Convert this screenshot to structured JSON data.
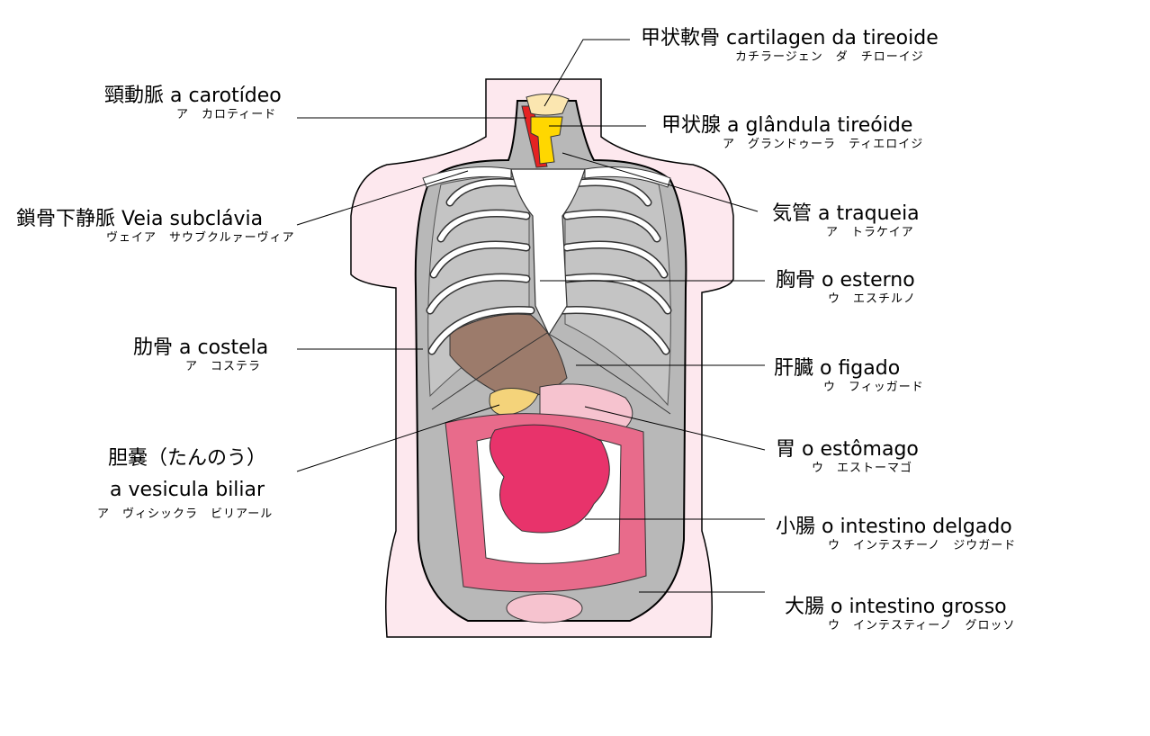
{
  "diagram": {
    "labels": [
      {
        "id": "thyroid-cartilage",
        "main": "甲状軟骨 cartilagen da tireoide",
        "sub": "カチラージェン　ダ　チローイジ"
      },
      {
        "id": "carotid",
        "main": "頸動脈 a carotídeo",
        "sub": "ア　カロティード"
      },
      {
        "id": "thyroid-gland",
        "main": "甲状腺 a glândula tireóide",
        "sub": "ア　グランドゥーラ　ティエロイジ"
      },
      {
        "id": "subclavian-vein",
        "main": "鎖骨下静脈 Veia subclávia",
        "sub": "ヴェイア　サウブクルァーヴィア"
      },
      {
        "id": "trachea",
        "main": "気管 a traqueia",
        "sub": "ア　トラケイア"
      },
      {
        "id": "sternum",
        "main": "胸骨 o esterno",
        "sub": "ウ　エスチルノ"
      },
      {
        "id": "rib",
        "main": "肋骨 a costela",
        "sub": "ア　コステラ"
      },
      {
        "id": "liver",
        "main": "肝臓 o figado",
        "sub": "ウ　フィッガード"
      },
      {
        "id": "gallbladder",
        "main": "胆嚢（たんのう）",
        "main2": "a vesicula biliar",
        "sub": "ア　ヴィシックラ　ビリアール"
      },
      {
        "id": "stomach",
        "main": "胃 o estômago",
        "sub": "ウ　エストーマゴ"
      },
      {
        "id": "small-intestine",
        "main": "小腸 o intestino delgado",
        "sub": "ウ　インテスチーノ　ジウガード"
      },
      {
        "id": "large-intestine",
        "main": "大腸 o intestino grosso",
        "sub": "ウ　インテスティーノ　グロッソ"
      }
    ]
  },
  "colors": {
    "skin": "#fde8ee",
    "cavity": "#b8b8b8",
    "bone": "#ffffff",
    "lung": "#c4c4c4",
    "liver": "#9c7b6b",
    "gallbladder": "#f4d37a",
    "stomach": "#f6c3cf",
    "intestine_small": "#e8336b",
    "intestine_large": "#e86b8b",
    "carotid": "#e52222",
    "thyroid": "#ffd700",
    "cartilage": "#fbe6b0"
  }
}
